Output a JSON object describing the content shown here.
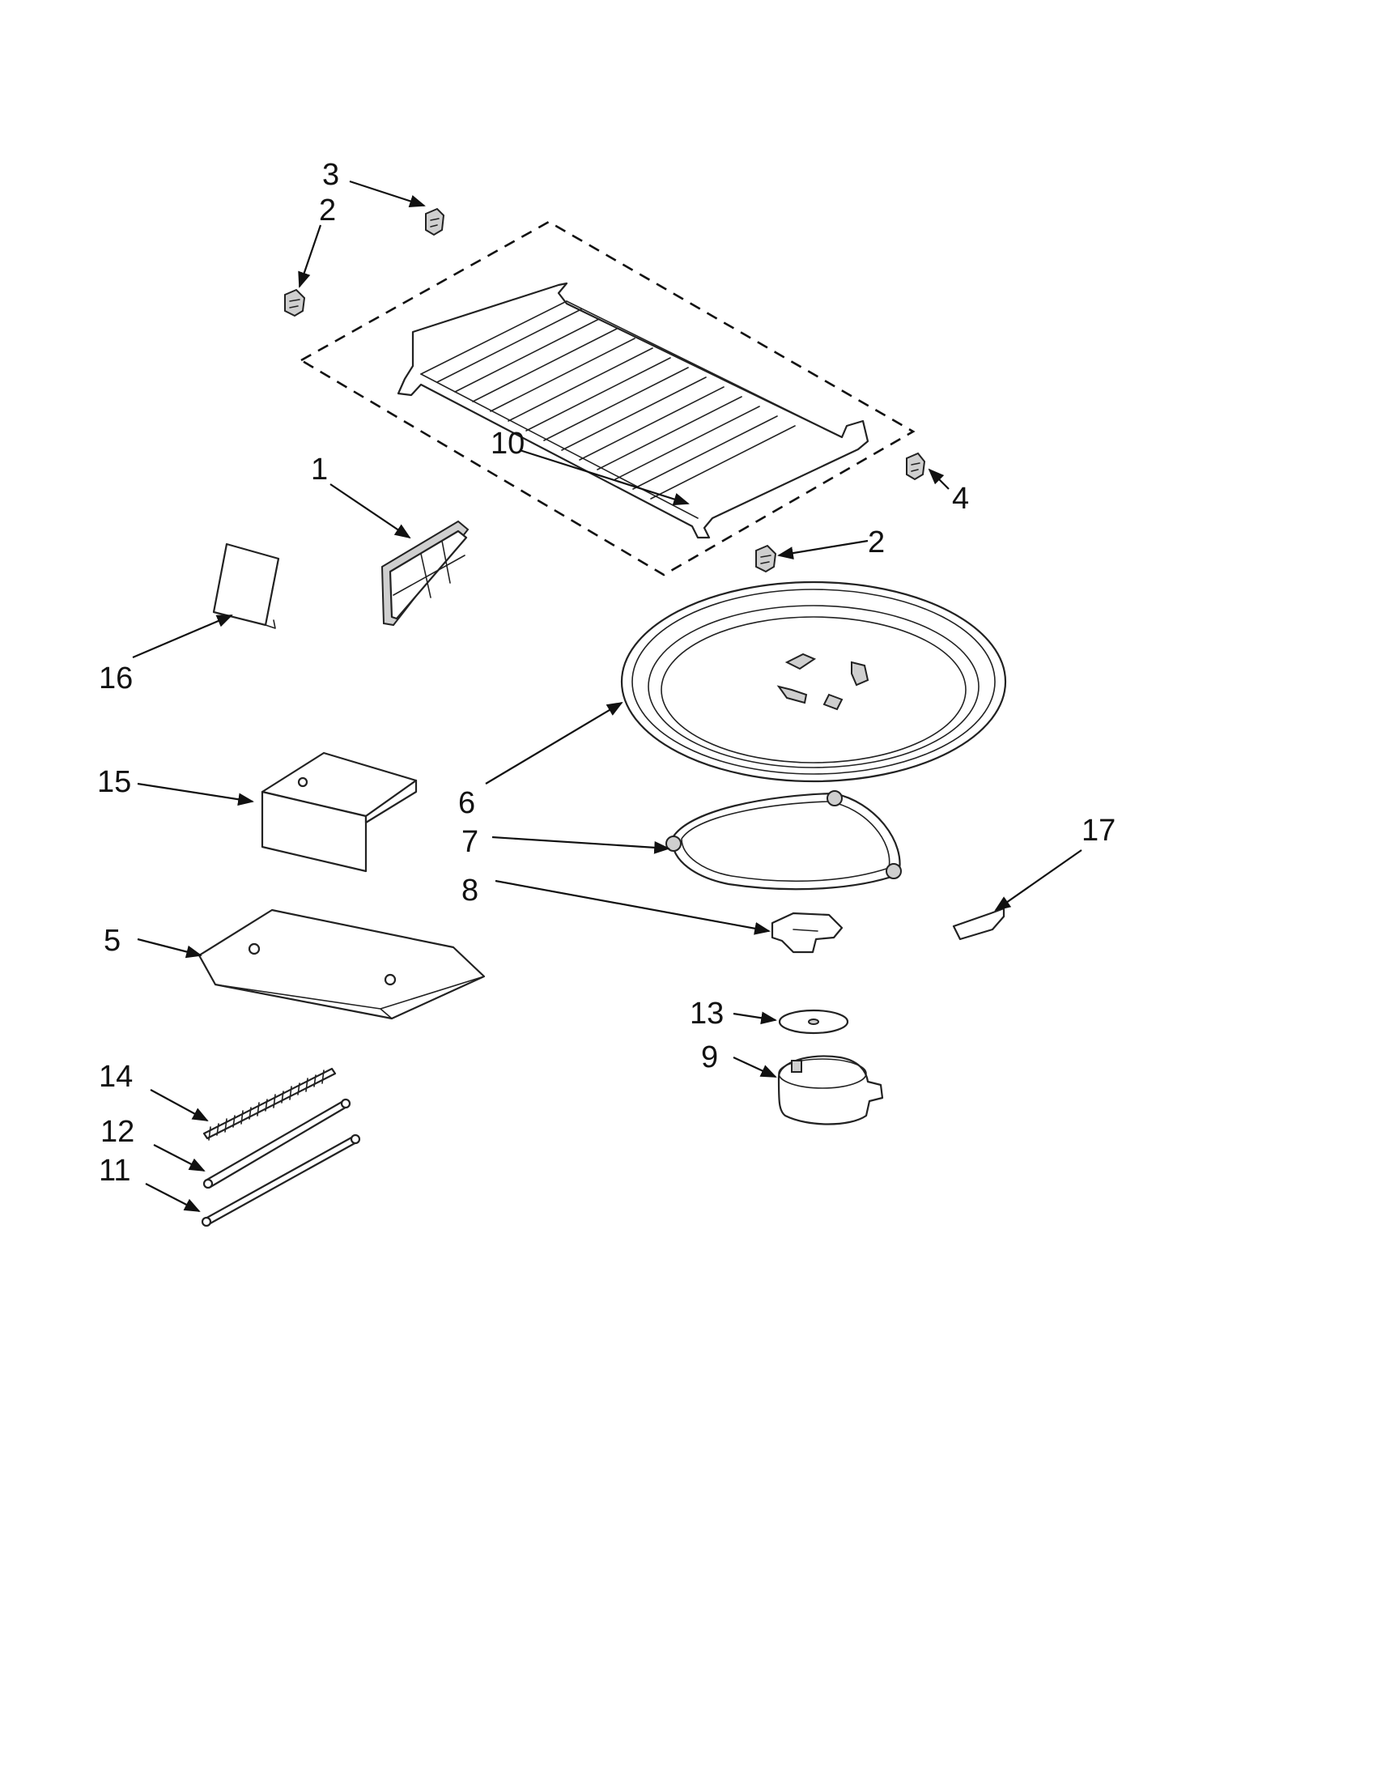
{
  "callouts": {
    "c1": "1",
    "c2a": "2",
    "c2b": "2",
    "c3": "3",
    "c4": "4",
    "c5": "5",
    "c6": "6",
    "c7": "7",
    "c8": "8",
    "c9": "9",
    "c10": "10",
    "c11": "11",
    "c12": "12",
    "c13": "13",
    "c14": "14",
    "c15": "15",
    "c16": "16",
    "c17": "17"
  }
}
